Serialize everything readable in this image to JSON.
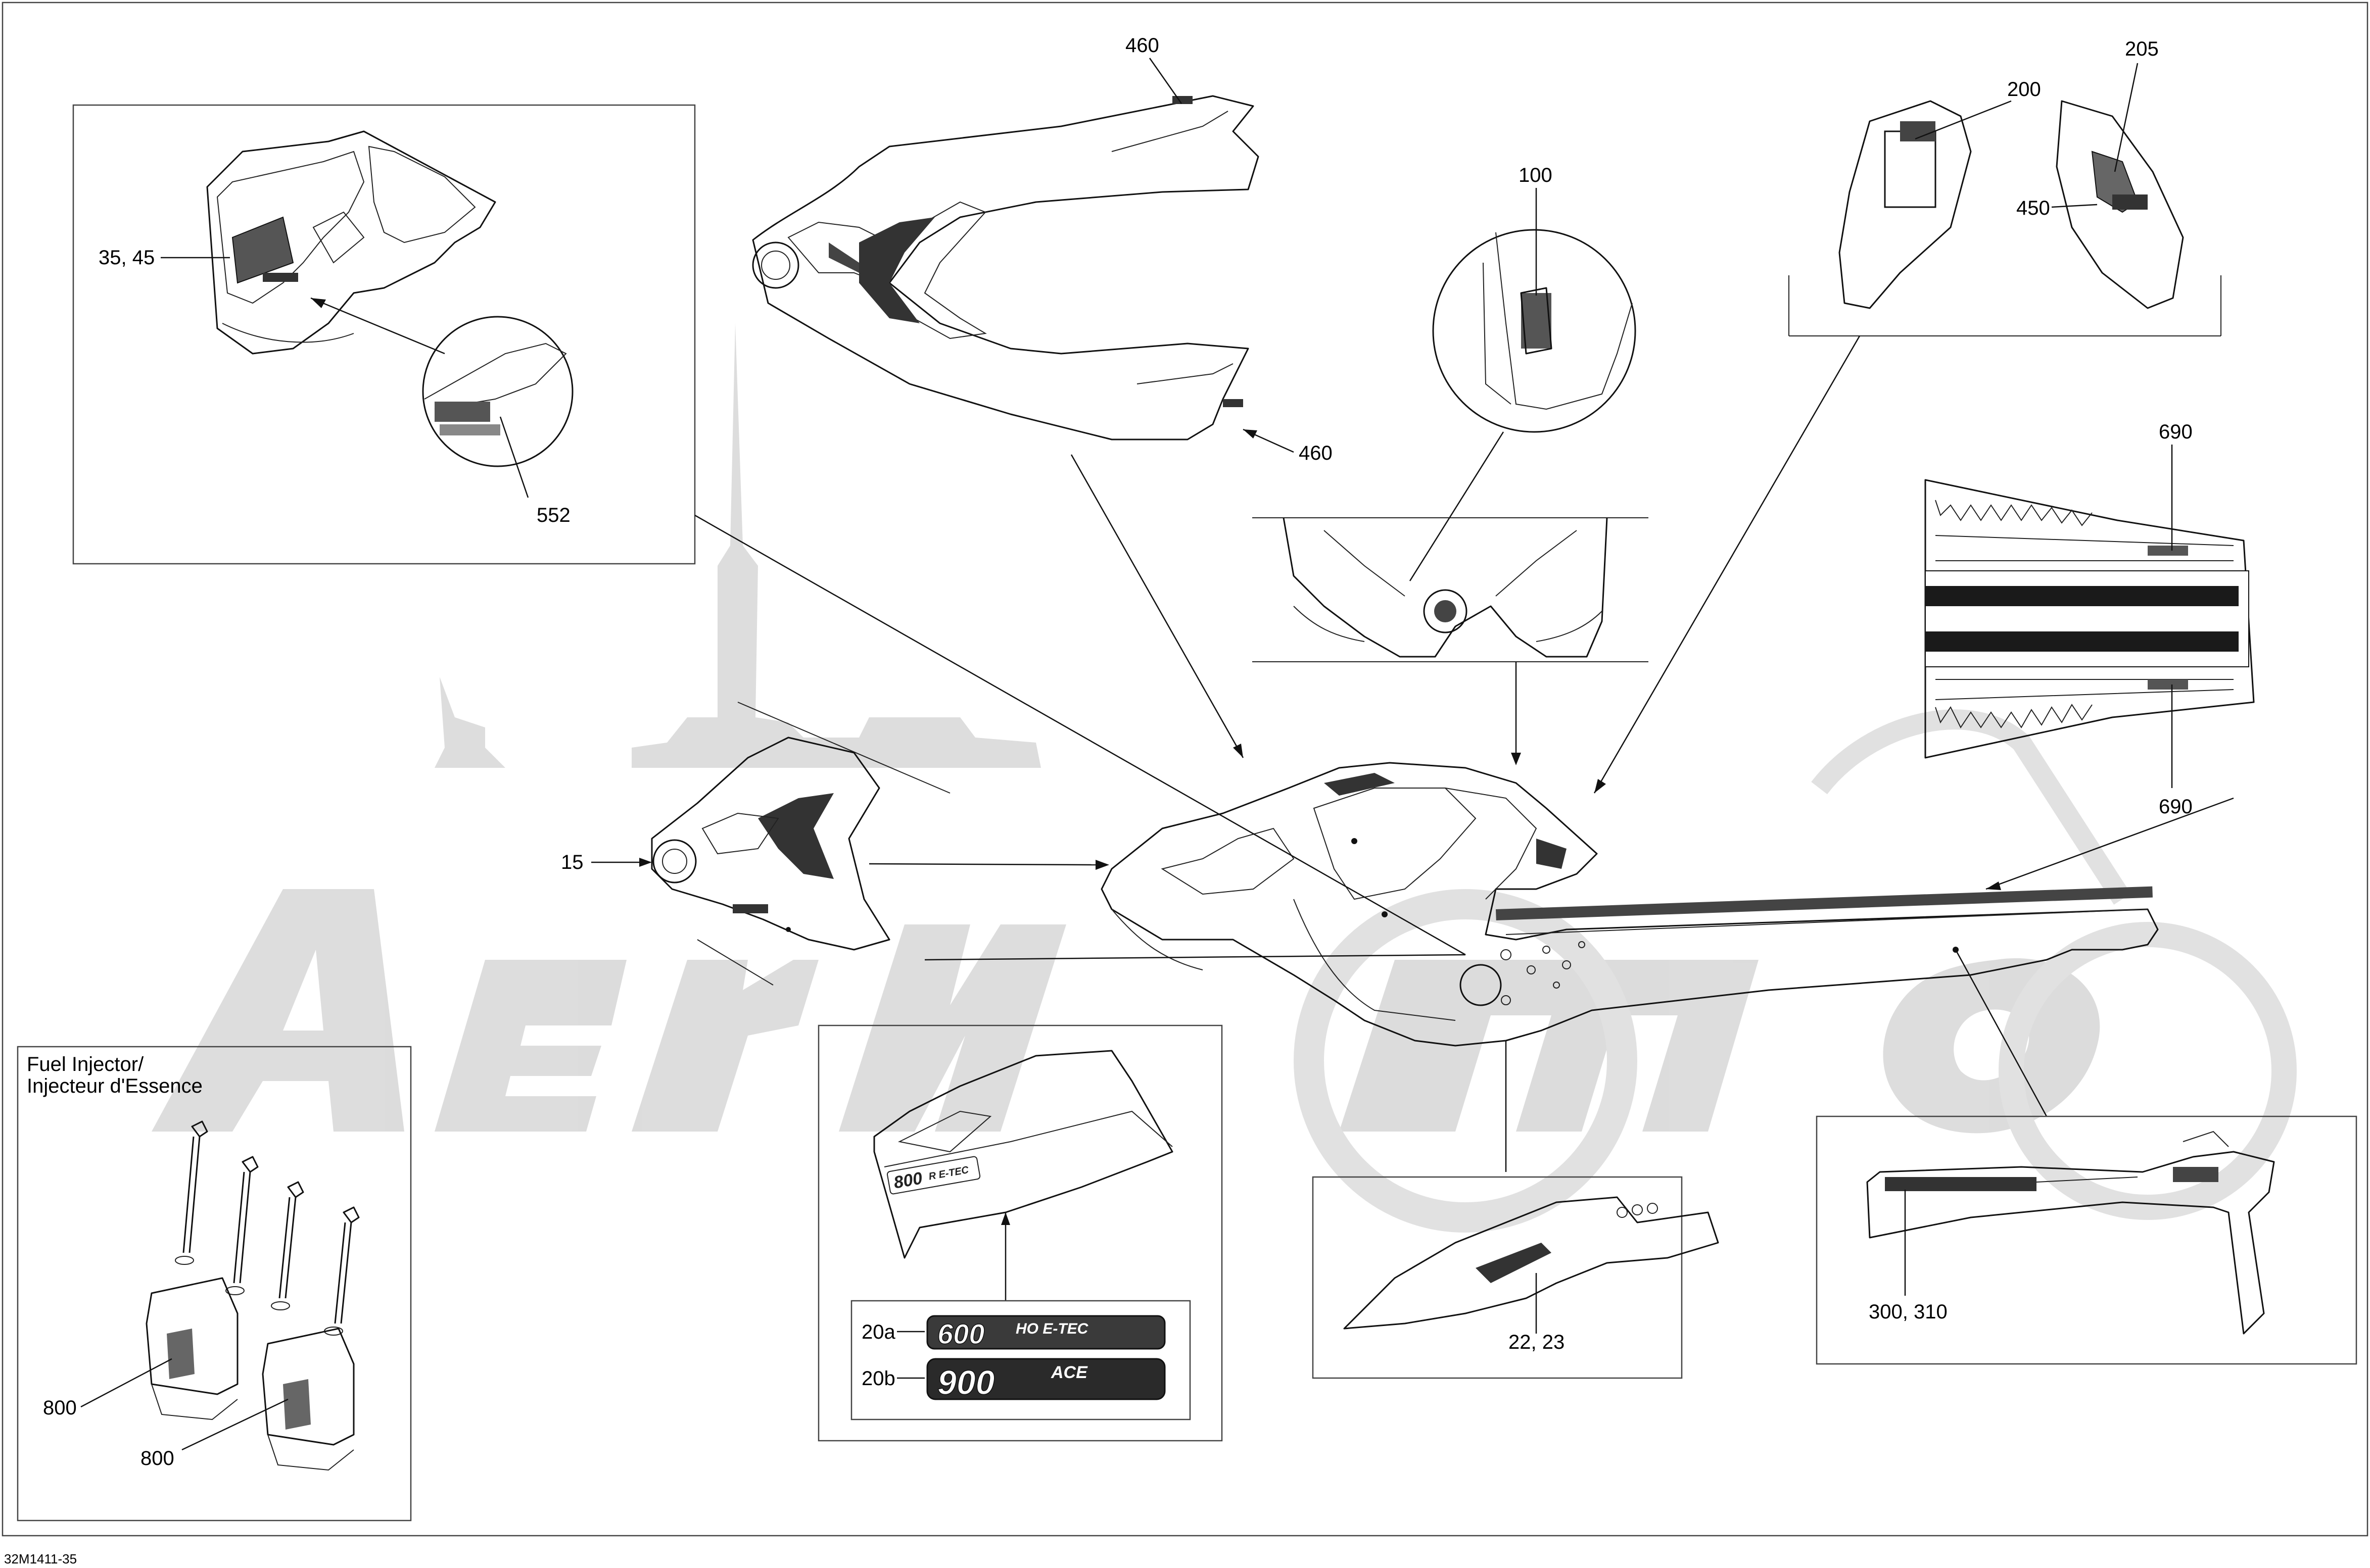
{
  "drawing_id": "32M1411-35",
  "fuel_injector_title": [
    "Fuel Injector/",
    "Injecteur d'Essence"
  ],
  "watermark_text": "AeroMoto",
  "callouts": {
    "c460_top": "460",
    "c460_bottom": "460",
    "c200": "200",
    "c205": "205",
    "c450": "450",
    "c100": "100",
    "c35_45": "35, 45",
    "c552": "552",
    "c690_top": "690",
    "c690_bottom": "690",
    "c15": "15",
    "c20a": "20a",
    "c20b": "20b",
    "c22_23": "22, 23",
    "c300_310": "300, 310",
    "c800_a": "800",
    "c800_b": "800"
  },
  "decal_texts": {
    "d600": "600",
    "d600_sub": "HO E-TEC",
    "d900": "900",
    "d900_sub": "ACE",
    "d800": "800",
    "d800_sub": "R E-TEC"
  }
}
